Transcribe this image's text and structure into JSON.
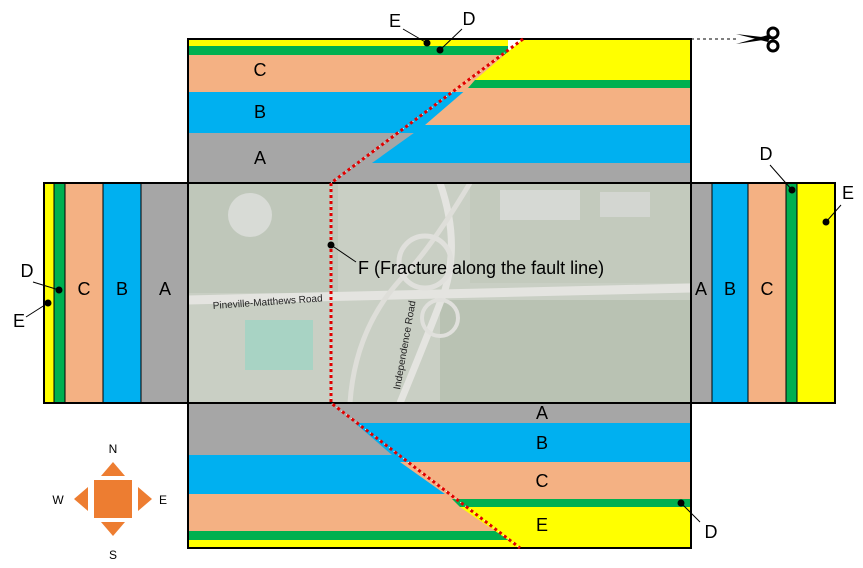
{
  "colors": {
    "A": "#a6a6a6",
    "B": "#00b0f0",
    "C": "#f4b183",
    "D": "#00b050",
    "E": "#ffff00",
    "fault": "#e00000",
    "compass": "#ed7d31",
    "map": "#c9cfc4"
  },
  "layers": {
    "A": "A",
    "B": "B",
    "C": "C",
    "D": "D",
    "E": "E"
  },
  "fault": {
    "letter": "F",
    "caption": "F (Fracture along the fault line)"
  },
  "map": {
    "road_1": "Pineville-Matthews Road",
    "road_2": "Independence Road"
  },
  "compass": {
    "north": "N",
    "south": "S",
    "east": "E",
    "west": "W"
  },
  "icons": {
    "cut": "scissors-icon"
  }
}
